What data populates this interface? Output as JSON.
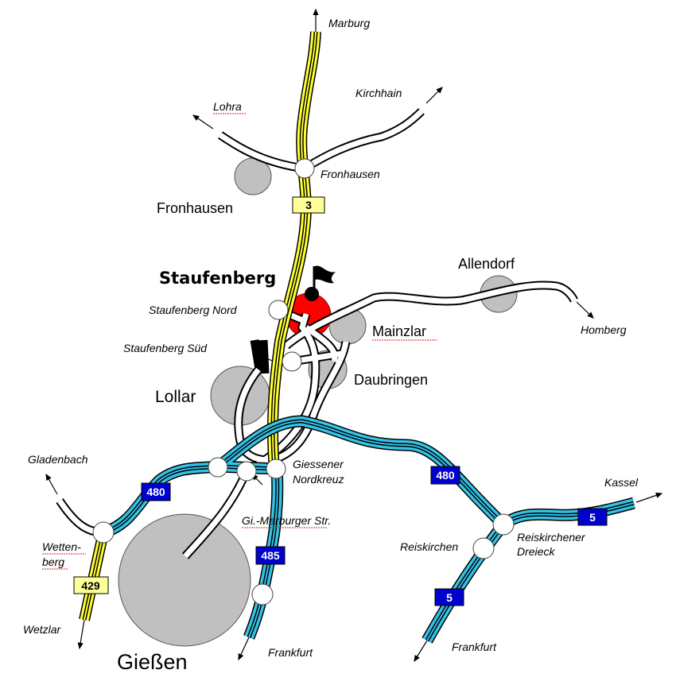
{
  "title": "Anfahrt Staufenberg",
  "colors": {
    "autobahn": "#33c3e8",
    "bundesstrasse": "#ffff33",
    "autobahn_shield": "#0000cc",
    "b_shield": "#ffff99",
    "town": "#c0c0c0",
    "destination": "#ff0000"
  },
  "directions": {
    "marburg": "Marburg",
    "lohra": "Lohra",
    "kirchhain": "Kirchhain",
    "homberg": "Homberg",
    "gladenbach": "Gladenbach",
    "kassel": "Kassel",
    "wetzlar": "Wetzlar",
    "frankfurt_a485": "Frankfurt",
    "frankfurt_a5": "Frankfurt"
  },
  "towns": {
    "fronhausen": "Fronhausen",
    "staufenberg": "Staufenberg",
    "allendorf": "Allendorf",
    "mainzlar": "Mainzlar",
    "daubringen": "Daubringen",
    "lollar": "Lollar",
    "giessen": "Gießen"
  },
  "junctions": {
    "fronhausen": "Fronhausen",
    "staufenberg_nord": "Staufenberg Nord",
    "staufenberg_sued": "Staufenberg Süd",
    "giessener_1": "Giessener",
    "giessener_2": "Nordkreuz",
    "gi_marburger": "Gi.-Marburger Str.",
    "wettenberg_1": "Wetten-",
    "wettenberg_2": "berg",
    "reiskirchen": "Reiskirchen",
    "reiskirchener_1": "Reiskirchener",
    "reiskirchener_2": "Dreieck"
  },
  "shields": {
    "b3": "3",
    "a480_west": "480",
    "a480_east": "480",
    "a485": "485",
    "a5_east": "5",
    "a5_south": "5",
    "b429": "429"
  }
}
